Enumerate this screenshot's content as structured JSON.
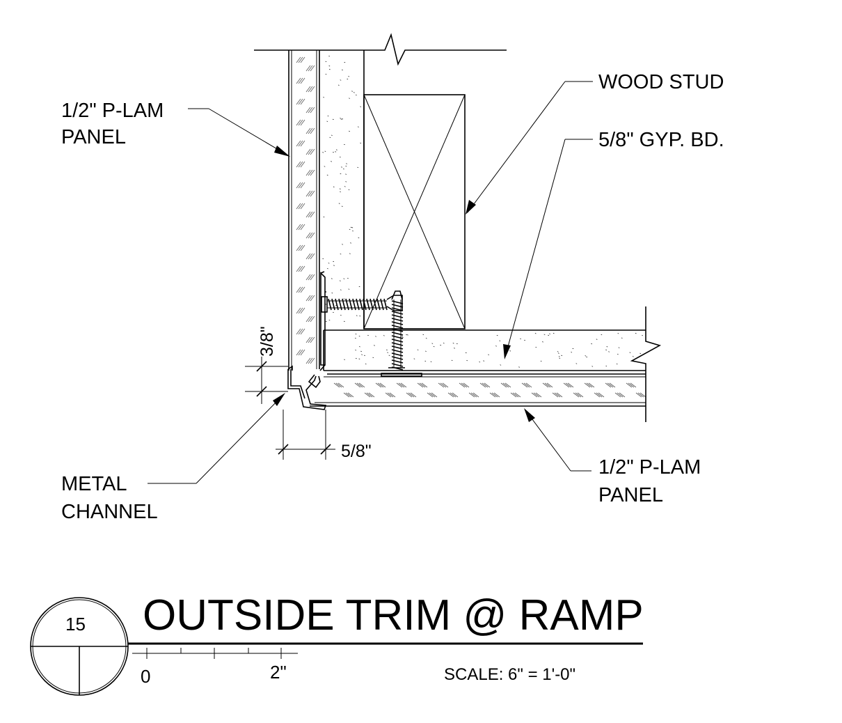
{
  "labels": {
    "plam_panel_top_line1": "1/2\" P-LAM",
    "plam_panel_top_line2": "PANEL",
    "wood_stud": "WOOD STUD",
    "gyp_bd": "5/8\" GYP. BD.",
    "plam_panel_bottom_line1": "1/2\" P-LAM",
    "plam_panel_bottom_line2": "PANEL",
    "metal_channel_line1": "METAL",
    "metal_channel_line2": "CHANNEL"
  },
  "dimensions": {
    "vertical": "3/8\"",
    "horizontal": "5/8\""
  },
  "title_block": {
    "detail_number": "15",
    "title": "OUTSIDE TRIM @ RAMP",
    "scale_text": "SCALE: 6\" = 1'-0\"",
    "bar_start": "0",
    "bar_end": "2\""
  }
}
